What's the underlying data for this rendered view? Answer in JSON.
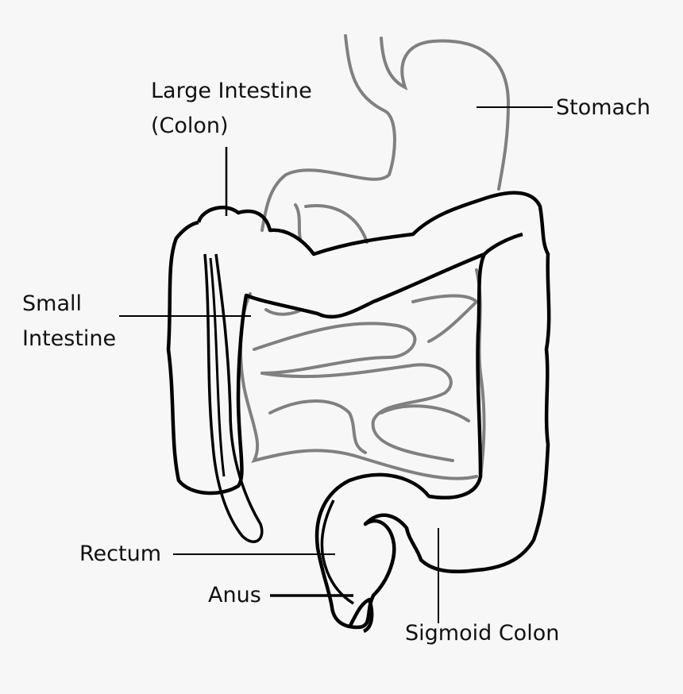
{
  "labels": {
    "large_intestine": [
      "Large Intestine",
      "(Colon)"
    ],
    "stomach": "Stomach",
    "small_intestine": [
      "Small",
      "Intestine"
    ],
    "rectum": "Rectum",
    "anus": "Anus",
    "sigmoid_colon": "Sigmoid Colon"
  },
  "colors": {
    "background": "#f7f7f7",
    "organ_outline": "#000000",
    "secondary_outline": "#808080"
  }
}
